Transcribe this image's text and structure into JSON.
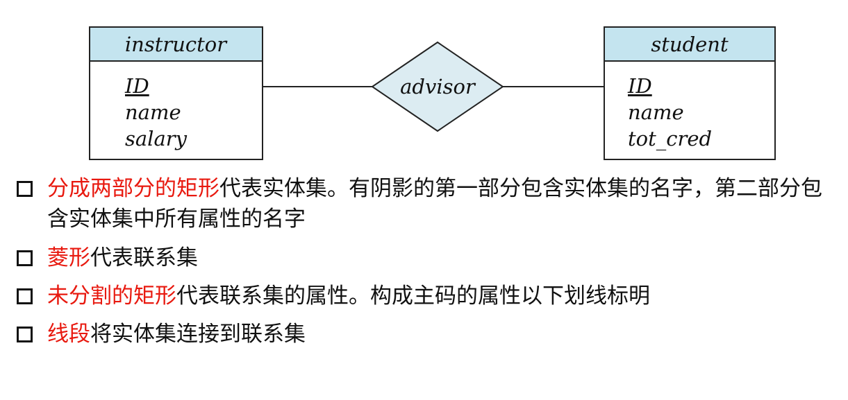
{
  "diagram": {
    "entities": [
      {
        "name": "instructor",
        "attributes": [
          {
            "text": "ID",
            "primary_key": true
          },
          {
            "text": "name",
            "primary_key": false
          },
          {
            "text": "salary",
            "primary_key": false
          }
        ]
      },
      {
        "name": "student",
        "attributes": [
          {
            "text": "ID",
            "primary_key": true
          },
          {
            "text": "name",
            "primary_key": false
          },
          {
            "text": "tot_cred",
            "primary_key": false
          }
        ]
      }
    ],
    "relationship": {
      "name": "advisor"
    },
    "colors": {
      "header_fill": "#c4e4ef",
      "diamond_fill": "#dcecf2",
      "stroke": "#222222"
    }
  },
  "bullets": [
    {
      "highlight": "分成两部分的矩形",
      "text": "代表实体集。有阴影的第一部分包含实体集的名字，第二部分包含实体集中所有属性的名字"
    },
    {
      "highlight": "菱形",
      "text": "代表联系集"
    },
    {
      "highlight": "未分割的矩形",
      "text": "代表联系集的属性。构成主码的属性以下划线标明"
    },
    {
      "highlight": "线段",
      "text": "将实体集连接到联系集"
    }
  ],
  "colors": {
    "highlight": "#e8190f",
    "text": "#111111"
  }
}
